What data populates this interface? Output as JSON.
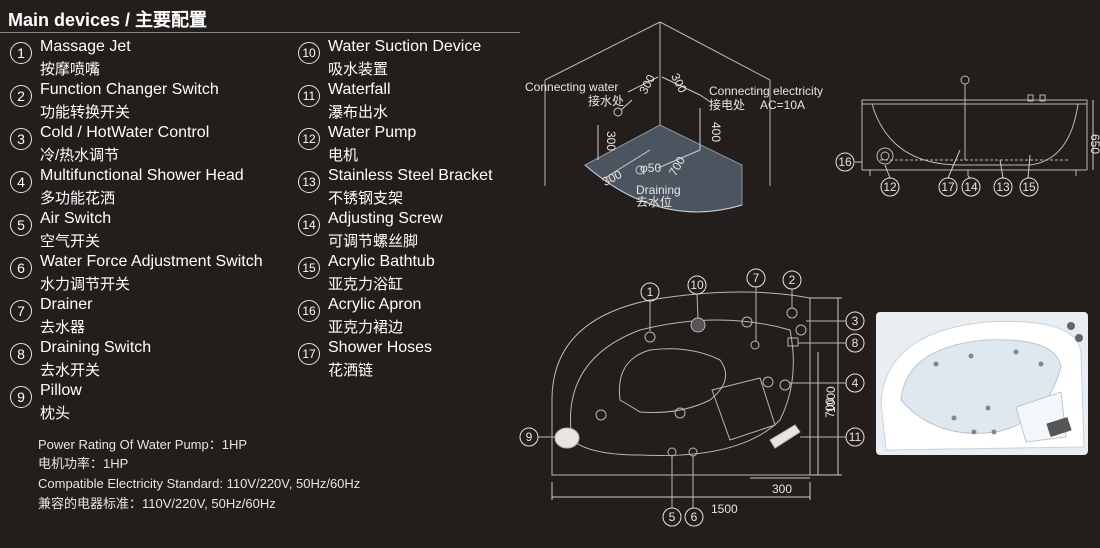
{
  "title": "Main devices / 主要配置",
  "devices": [
    {
      "num": "1",
      "en": "Massage Jet",
      "cn": "按摩喷嘴"
    },
    {
      "num": "2",
      "en": "Function Changer Switch",
      "cn": "功能转换开关"
    },
    {
      "num": "3",
      "en": "Cold / HotWater Control",
      "cn": "冷/热水调节"
    },
    {
      "num": "4",
      "en": "Multifunctional Shower Head",
      "cn": "多功能花洒"
    },
    {
      "num": "5",
      "en": "Air Switch",
      "cn": "空气开关"
    },
    {
      "num": "6",
      "en": "Water Force Adjustment Switch",
      "cn": "水力调节开关"
    },
    {
      "num": "7",
      "en": "Drainer",
      "cn": "去水器"
    },
    {
      "num": "8",
      "en": "Draining Switch",
      "cn": "去水开关"
    },
    {
      "num": "9",
      "en": "Pillow",
      "cn": "枕头"
    },
    {
      "num": "10",
      "en": "Water Suction Device",
      "cn": "吸水装置"
    },
    {
      "num": "11",
      "en": "Waterfall",
      "cn": "瀑布出水"
    },
    {
      "num": "12",
      "en": "Water Pump",
      "cn": "电机"
    },
    {
      "num": "13",
      "en": "Stainless Steel Bracket",
      "cn": "不锈钢支架"
    },
    {
      "num": "14",
      "en": "Adjusting Screw",
      "cn": "可调节螺丝脚"
    },
    {
      "num": "15",
      "en": "Acrylic Bathtub",
      "cn": "亚克力浴缸"
    },
    {
      "num": "16",
      "en": "Acrylic Apron",
      "cn": "亚克力裙边"
    },
    {
      "num": "17",
      "en": "Shower Hoses",
      "cn": "花洒链"
    }
  ],
  "specs": {
    "power_en": "Power Rating Of Water Pump：1HP",
    "power_cn": "电机功率：1HP",
    "elec_en": "Compatible Electricity Standard:   110V/220V, 50Hz/60Hz",
    "elec_cn": "兼容的电器标准：110V/220V, 50Hz/60Hz"
  },
  "corner_diagram": {
    "water_en": "Connecting water",
    "water_cn": "接水处",
    "elec_en": "Connecting electricity",
    "elec_cn": "接电处",
    "elec_spec": "AC=10A",
    "dims": [
      "300",
      "300",
      "300",
      "400",
      "300",
      "700",
      "φ50"
    ],
    "drain_en": "Draining",
    "drain_cn": "去水位"
  },
  "side_view": {
    "height": "650",
    "callouts": [
      "16",
      "12",
      "17",
      "14",
      "13",
      "15"
    ]
  },
  "top_view": {
    "width": "1500",
    "depth": "1000",
    "inner_depth": "700",
    "offset": "300",
    "callouts": [
      "1",
      "10",
      "7",
      "2",
      "3",
      "8",
      "4",
      "11",
      "9",
      "5",
      "6"
    ]
  }
}
